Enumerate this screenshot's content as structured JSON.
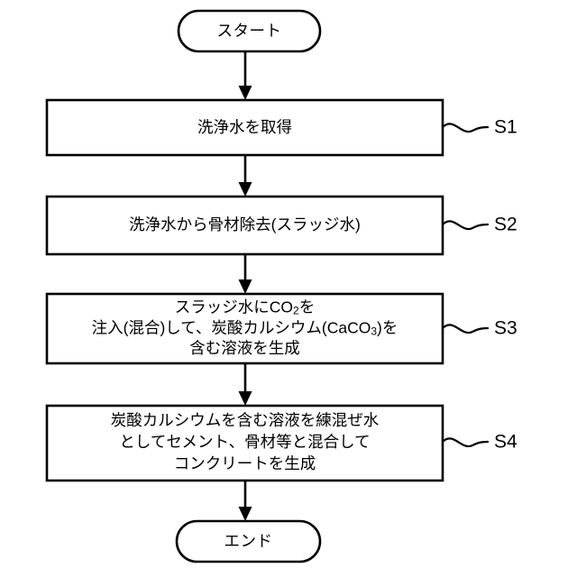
{
  "diagram": {
    "title_text": "",
    "type": "flowchart",
    "orientation": "vertical",
    "colors": {
      "stroke": "#000000",
      "fill": "#ffffff",
      "text": "#000000"
    },
    "start_node": {
      "label": "スタート",
      "shape": "stadium"
    },
    "end_node": {
      "label": "エンド",
      "shape": "stadium"
    },
    "steps": [
      {
        "id": "S1",
        "step_label": "S1",
        "shape": "rectangle",
        "lines": [
          {
            "text": "洗浄水を取得"
          }
        ]
      },
      {
        "id": "S2",
        "step_label": "S2",
        "shape": "rectangle",
        "lines": [
          {
            "text": "洗浄水から骨材除去(スラッジ水)"
          }
        ]
      },
      {
        "id": "S3",
        "step_label": "S3",
        "shape": "rectangle",
        "lines": [
          {
            "pre": "スラッジ水にCO",
            "sub": "2",
            "post": "を"
          },
          {
            "pre": "注入(混合)して、炭酸カルシウム(CaCO",
            "sub": "3",
            "post": ")を"
          },
          {
            "text": "含む溶液を生成"
          }
        ]
      },
      {
        "id": "S4",
        "step_label": "S4",
        "shape": "rectangle",
        "lines": [
          {
            "text": "炭酸カルシウムを含む溶液を練混ぜ水"
          },
          {
            "text": "としてセメント、骨材等と混合して"
          },
          {
            "text": "コンクリートを生成"
          }
        ]
      }
    ],
    "connectors": [
      {
        "from": "start",
        "to": "S1",
        "arrow": "down"
      },
      {
        "from": "S1",
        "to": "S2",
        "arrow": "down"
      },
      {
        "from": "S2",
        "to": "S3",
        "arrow": "down"
      },
      {
        "from": "S3",
        "to": "S4",
        "arrow": "down"
      },
      {
        "from": "S4",
        "to": "end",
        "arrow": "down"
      }
    ]
  }
}
